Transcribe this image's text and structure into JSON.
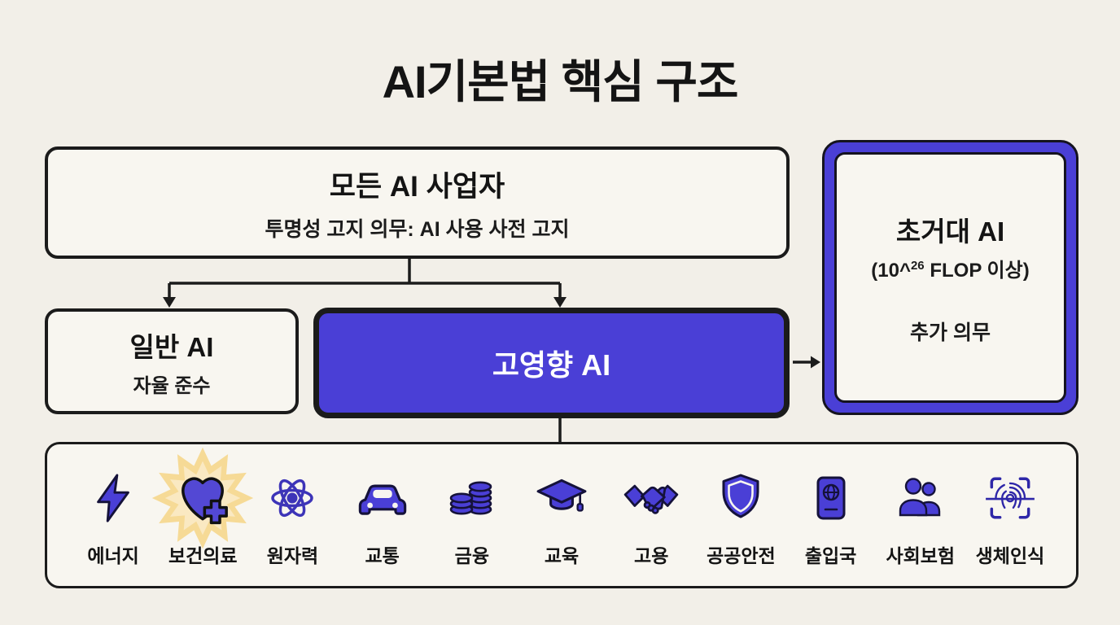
{
  "title": "AI기본법 핵심 구조",
  "colors": {
    "background": "#F2EFE8",
    "box_fill": "#F8F6F0",
    "accent_indigo": "#4A3FD6",
    "outline_ink": "#1B1B1B",
    "starburst_yellow": "#F6DA96",
    "high_impact_text": "#FFFFFF"
  },
  "top_box": {
    "title": "모든 AI 사업자",
    "subtitle": "투명성 고지 의무: AI 사용 사전 고지"
  },
  "general_ai_box": {
    "title": "일반 AI",
    "subtitle": "자율 준수"
  },
  "high_impact_box": {
    "title": "고영향 AI"
  },
  "frontier_box": {
    "title": "초거대 AI",
    "flop_prefix": "(10^",
    "flop_exp": "26",
    "flop_suffix": " FLOP 이상)",
    "note": "추가 의무"
  },
  "sectors": {
    "items": [
      {
        "label": "에너지",
        "icon": "lightning-bolt-icon"
      },
      {
        "label": "보건의료",
        "icon": "heart-medical-icon"
      },
      {
        "label": "원자력",
        "icon": "atom-icon"
      },
      {
        "label": "교통",
        "icon": "car-icon"
      },
      {
        "label": "금융",
        "icon": "coins-icon"
      },
      {
        "label": "교육",
        "icon": "graduation-cap-icon"
      },
      {
        "label": "고용",
        "icon": "handshake-icon"
      },
      {
        "label": "공공안전",
        "icon": "shield-icon"
      },
      {
        "label": "출입국",
        "icon": "passport-icon"
      },
      {
        "label": "사회보험",
        "icon": "people-icon"
      },
      {
        "label": "생체인식",
        "icon": "fingerprint-scan-icon"
      }
    ]
  }
}
